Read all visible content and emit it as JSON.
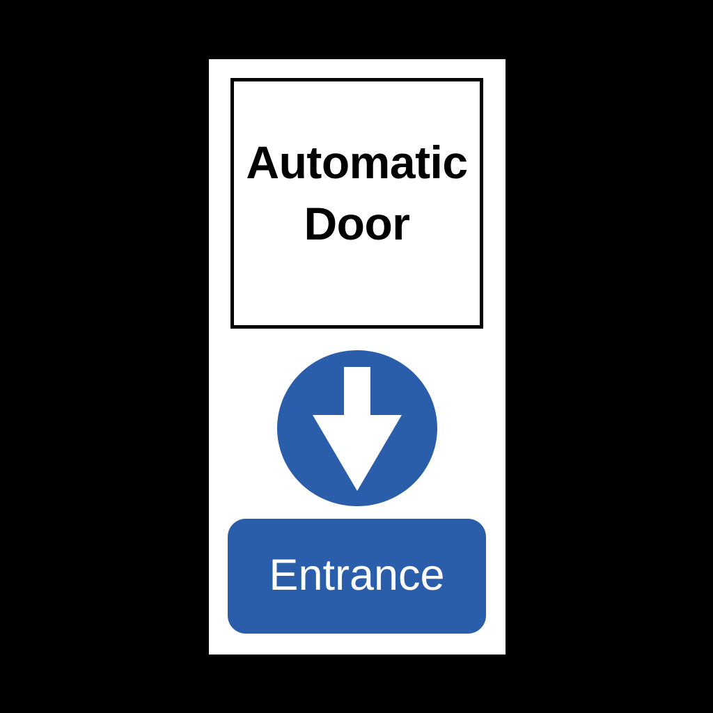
{
  "sign": {
    "type": "mandatory-safety-sign",
    "background_color": "#000000",
    "panel_color": "#ffffff",
    "accent_color": "#2a5eaa",
    "notice": {
      "line1": "Automatic",
      "line2": "Door",
      "text_color": "#000000",
      "border_color": "#000000"
    },
    "direction": {
      "icon_name": "arrow-down-icon",
      "circle_color": "#2a5eaa",
      "arrow_color": "#ffffff",
      "meaning": "down"
    },
    "action": {
      "label": "Entrance",
      "background_color": "#2a5eaa",
      "text_color": "#ffffff"
    }
  }
}
